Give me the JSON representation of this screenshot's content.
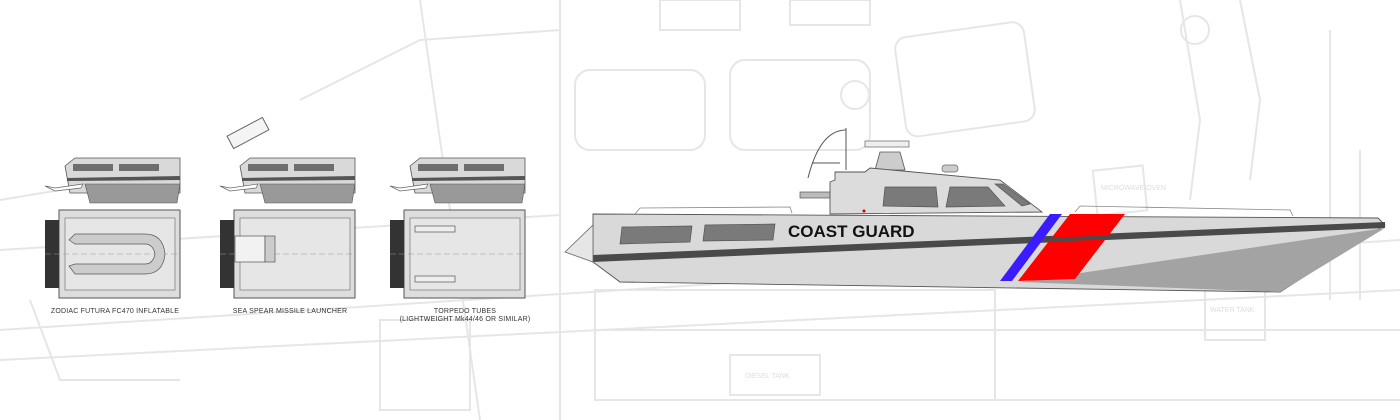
{
  "captions": {
    "inflatable": "ZODIAC FUTURA FC470 INFLATABLE",
    "missile": "SEA SPEAR MISSILE LAUNCHER",
    "torpedo_line1": "TORPEDO TUBES",
    "torpedo_line2": "(LIGHTWEIGHT Mk44/46 OR SIMILAR)"
  },
  "boat": {
    "hull_text": "COAST GUARD"
  },
  "background_labels": {
    "microwave": "MICROWAVE OVEN",
    "water_tank": "WATER TANK",
    "diesel_tank": "DIESEL TANK"
  },
  "colors": {
    "hull": "#d9d9d9",
    "window": "#7a7a7a",
    "stripe_dark": "#4a4a4a",
    "blue_stripe": "#3a1cff",
    "red_stripe": "#ff0000",
    "background_line": "#e6e6e6"
  }
}
